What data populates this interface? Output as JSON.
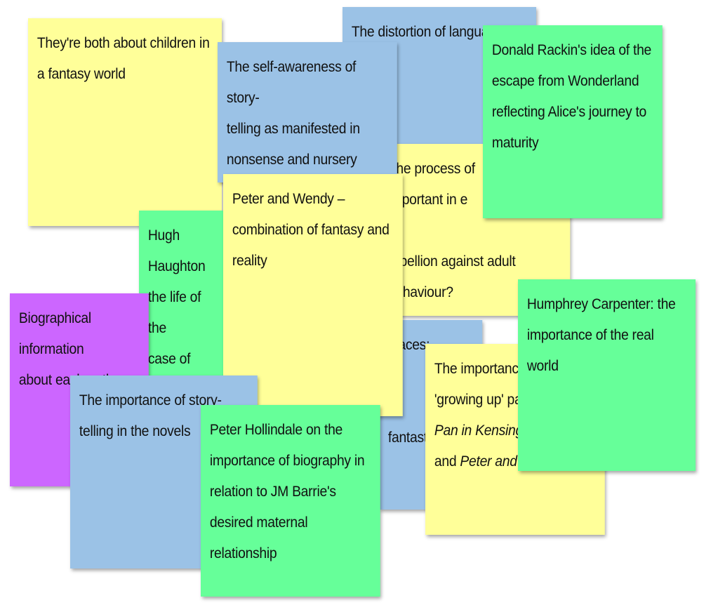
{
  "colors": {
    "yellow": "#ffff99",
    "blue": "#9bc2e6",
    "green": "#66ff99",
    "purple": "#cc66ff"
  },
  "notes": {
    "children_fantasy": "They're both about children in\na fantasy world",
    "distortion": "The distortion of language",
    "self_awareness": "The self-awareness of story-\ntelling as manifested in\nnonsense and nursery rhymes.",
    "rackin": "Donald Rackin's idea of the\nescape from Wonderland\nreflecting Alice's journey to\nmaturity",
    "process": "The process of\nimportant in e\n\nrebellion against adult\nbehaviour?",
    "peter_wendy": "Peter and Wendy –\ncombination of fantasy and\nreality",
    "haughton": "Hugh Haughton\nthe life of the\ncase of Lewis C",
    "biographical": "Biographical information\nabout each author",
    "carpenter": "Humphrey Carpenter: the\nimportance of the real world",
    "places": "places:\n\n\nfantastic.",
    "importance_growing": {
      "line1": "The importance of",
      "line2": "'growing up' pa",
      "line3": "Pan in Kensington",
      "line4_prefix": "and ",
      "line4_title": "Peter and Wendy"
    },
    "storytelling": "The importance of story-\ntelling in the novels",
    "hollindale": "Peter Hollindale on the\nimportance of biography in\nrelation to JM Barrie's\ndesired maternal relationship"
  }
}
